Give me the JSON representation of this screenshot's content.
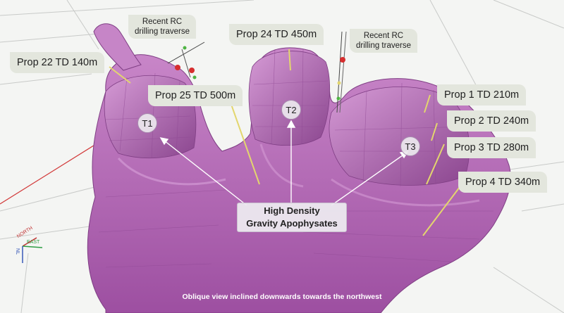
{
  "callouts": {
    "prop22": "Prop 22 TD 140m",
    "prop24": "Prop 24 TD 450m",
    "prop25": "Prop 25 TD 500m",
    "prop1": "Prop 1 TD 210m",
    "prop2": "Prop 2 TD 240m",
    "prop3": "Prop 3 TD 280m",
    "prop4": "Prop 4 TD 340m"
  },
  "traverse_notes": [
    {
      "line1": "Recent RC",
      "line2": "drilling traverse"
    },
    {
      "line1": "Recent RC",
      "line2": "drilling traverse"
    }
  ],
  "targets": [
    "T1",
    "T2",
    "T3"
  ],
  "center_label": {
    "line1": "High Density",
    "line2": "Gravity Apophysates"
  },
  "caption": "Oblique view inclined downwards towards the northwest",
  "axes": {
    "north": "NORTH",
    "east": "EAST",
    "nl": "NL"
  },
  "colors": {
    "body": "#b66bb7",
    "body_dark": "#7f3e84",
    "body_light": "#d59ad5",
    "drill_line": "#e3d66e",
    "callout_bg": "#e3e6dd",
    "grid": "#c8cac8"
  },
  "icons": {
    "traverse_marker": "red-dot-icon",
    "compass": "axis-triad-icon"
  }
}
